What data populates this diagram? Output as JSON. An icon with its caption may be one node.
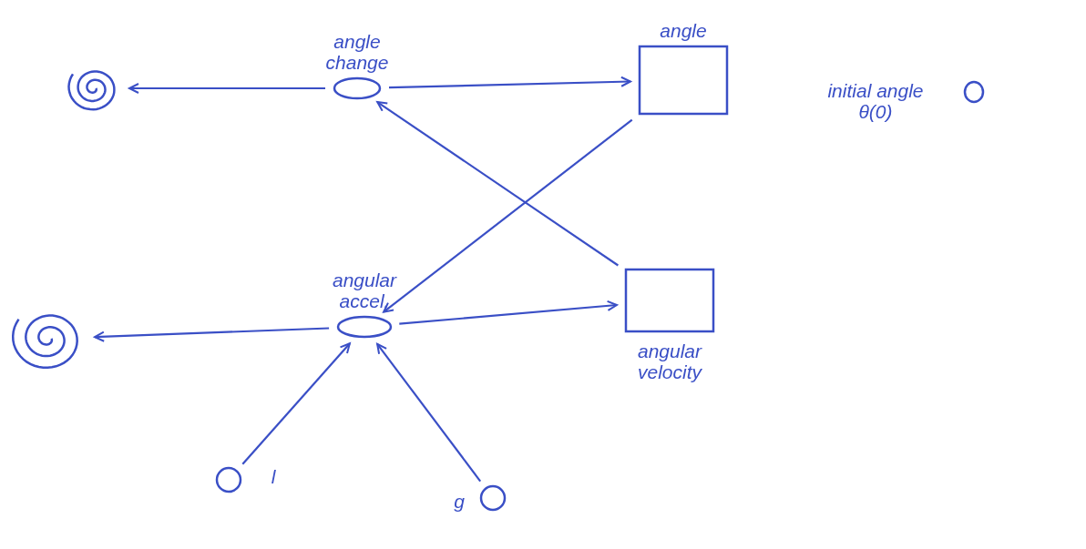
{
  "diagram": {
    "nodes": [
      {
        "text": [],
        "shape": "cloud"
      },
      {
        "text": [
          "angle change"
        ]
      },
      {
        "text": [
          "angle"
        ]
      },
      {
        "text": [
          "initial angle θ(0)"
        ]
      },
      {
        "text": [],
        "shape": "cloud"
      },
      {
        "text": [
          "angular accel."
        ]
      },
      {
        "text": [
          "angular velocity"
        ]
      },
      {
        "text": [
          "l"
        ]
      },
      {
        "text": [
          "g"
        ]
      }
    ],
    "edges": [
      {
        "from": 1,
        "to": 0,
        "arrow": "to"
      },
      {
        "from": 1,
        "to": 2,
        "arrow": "to"
      },
      {
        "from": 6,
        "to": 1,
        "arrow": "to"
      },
      {
        "from": 2,
        "to": 5,
        "arrow": "to"
      },
      {
        "from": 5,
        "to": 4,
        "arrow": "to"
      },
      {
        "from": 5,
        "to": 6,
        "arrow": "to"
      },
      {
        "from": 7,
        "to": 5,
        "arrow": "to"
      },
      {
        "from": 8,
        "to": 5,
        "arrow": "to"
      }
    ]
  }
}
